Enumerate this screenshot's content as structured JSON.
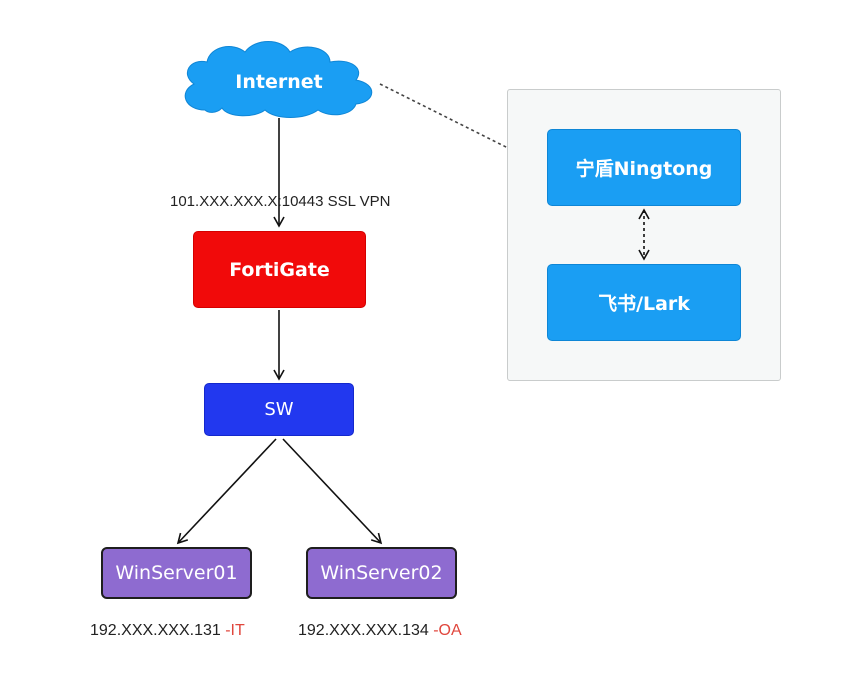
{
  "nodes": {
    "internet": "Internet",
    "fortigate": "FortiGate",
    "sw": "SW",
    "nington": "宁盾Ningtong",
    "lark": "飞书/Lark",
    "winserver01": "WinServer01",
    "winserver02": "WinServer02"
  },
  "labels": {
    "vpn_address": "101.XXX.XXX.X:10443 SSL VPN",
    "ws01_ip": "192.XXX.XXX.131",
    "ws01_role": "-IT",
    "ws02_ip": "192.XXX.XXX.134",
    "ws02_role": "-OA"
  },
  "colors": {
    "cloud": "#1a9ef3",
    "fortigate": "#f10a0a",
    "sw": "#2238ef",
    "server": "#8e6bd0",
    "saas": "#1a9ef3",
    "role_text": "#e0463c"
  }
}
